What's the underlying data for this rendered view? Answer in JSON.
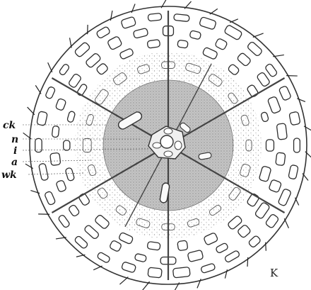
{
  "figure": {
    "labels": [
      {
        "id": "ck",
        "text": "ck"
      },
      {
        "id": "n",
        "text": "n"
      },
      {
        "id": "i",
        "text": "i"
      },
      {
        "id": "a",
        "text": "a"
      },
      {
        "id": "wk",
        "text": "wk"
      }
    ],
    "monogram": "K",
    "colors": {
      "ink": "#222222",
      "central_capsule": "#b9b9b9",
      "stipple": "#8a8a8a",
      "background": "#ffffff"
    }
  }
}
